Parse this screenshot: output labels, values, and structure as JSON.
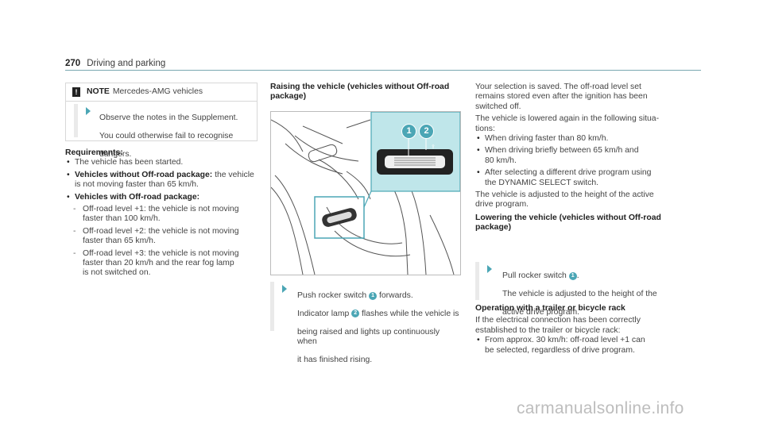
{
  "header": {
    "page_number": "270",
    "section": "Driving and parking"
  },
  "note": {
    "icon": "exclamation-icon",
    "label": "NOTE",
    "title": "Mercedes-AMG vehicles",
    "line1": "Observe the notes in the Supplement.",
    "line2": "You could otherwise fail to recognise",
    "line3": "dangers."
  },
  "requirements": {
    "heading": "Requirements:",
    "item1": "The vehicle has been started.",
    "item2_bold": "Vehicles without Off-road package:",
    "item2_rest": " the vehicle",
    "item2_line2": "is not moving faster than 65 km/h.",
    "item3_bold": "Vehicles with Off-road package:",
    "sub1_l1": "Off-road level +1: the vehicle is not moving",
    "sub1_l2": "faster than 100 km/h.",
    "sub2_l1": "Off-road level +2: the vehicle is not moving",
    "sub2_l2": "faster than 65 km/h.",
    "sub3_l1": "Off-road level +3: the vehicle is not moving",
    "sub3_l2": "faster than 20 km/h and the rear fog lamp",
    "sub3_l3": "is not switched on."
  },
  "raising": {
    "heading_l1": "Raising the vehicle (vehicles without Off-road",
    "heading_l2": "package)",
    "callout1": "1",
    "callout2": "2",
    "step_l1a": "Push rocker switch ",
    "step_l1b": " forwards.",
    "step_l2a": "Indicator lamp ",
    "step_l2b": " flashes while the vehicle is",
    "step_l3": "being raised and lights up continuously when",
    "step_l4": "it has finished rising."
  },
  "right": {
    "p1_l1": "Your selection is saved. The off-road level set",
    "p1_l2": "remains stored even after the ignition has been",
    "p1_l3": "switched off.",
    "p2_l1": "The vehicle is lowered again in the following situa-",
    "p2_l2": "tions:",
    "b1": "When driving faster than 80 km/h.",
    "b2_l1": "When driving briefly between 65 km/h and",
    "b2_l2": "80 km/h.",
    "b3_l1": "After selecting a different drive program using",
    "b3_l2": "the DYNAMIC SELECT switch.",
    "p3_l1": "The vehicle is adjusted to the height of the active",
    "p3_l2": "drive program.",
    "lower_heading_l1": "Lowering the vehicle (vehicles without Off-road",
    "lower_heading_l2": "package)",
    "lower_step_a": "Pull rocker switch ",
    "lower_step_b": ".",
    "lower_step_l2": "The vehicle is adjusted to the height of the",
    "lower_step_l3": "active drive program.",
    "trailer_heading": "Operation with a trailer or bicycle rack",
    "trailer_l1": "If the electrical connection has been correctly",
    "trailer_l2": "established to the trailer or bicycle rack:",
    "tb_l1": "From approx. 30 km/h: off-road level +1 can",
    "tb_l2": "be selected, regardless of drive program."
  },
  "watermark": "carmanualsonline.info",
  "colors": {
    "accent": "#4ba6b5",
    "inset_bg": "#bfe6ea",
    "rule": "#7aa8b0"
  }
}
